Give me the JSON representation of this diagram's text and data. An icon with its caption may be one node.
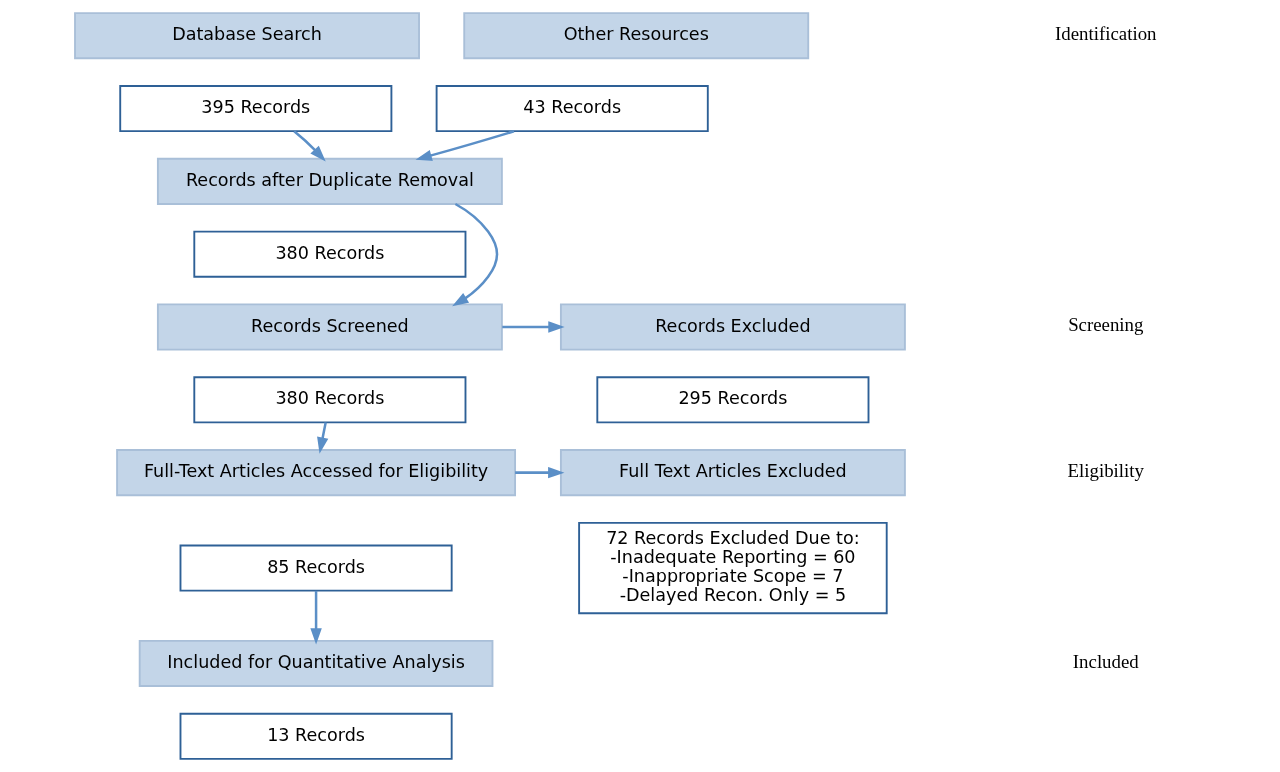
{
  "diagram": {
    "nodes": [
      {
        "text": [
          "Database Search"
        ]
      },
      {
        "text": [
          "395 Records"
        ]
      },
      {
        "text": [
          "Other Resources"
        ]
      },
      {
        "text": [
          "43 Records"
        ]
      },
      {
        "text": [
          "Records after Duplicate Removal"
        ]
      },
      {
        "text": [
          "380 Records"
        ]
      },
      {
        "text": [
          "Records Screened"
        ]
      },
      {
        "text": [
          "380 Records"
        ]
      },
      {
        "text": [
          "Records Excluded"
        ]
      },
      {
        "text": [
          "295 Records"
        ]
      },
      {
        "text": [
          "Full-Text Articles Accessed for Eligibility"
        ]
      },
      {
        "text": [
          "85 Records"
        ]
      },
      {
        "text": [
          "Full Text Articles Excluded"
        ]
      },
      {
        "text": [
          "72 Records Excluded Due to:",
          "-Inadequate Reporting = 60",
          "-Inappropriate Scope = 7",
          "-Delayed Recon. Only = 5"
        ]
      },
      {
        "text": [
          "Included for Quantitative Analysis"
        ]
      },
      {
        "text": [
          "13 Records"
        ]
      }
    ],
    "edges": [
      {
        "from": 1,
        "to": 4,
        "arrow": "to"
      },
      {
        "from": 3,
        "to": 4,
        "arrow": "to"
      },
      {
        "from": 4,
        "to": 6,
        "arrow": "to"
      },
      {
        "from": 6,
        "to": 8,
        "arrow": "to"
      },
      {
        "from": 7,
        "to": 10,
        "arrow": "to"
      },
      {
        "from": 10,
        "to": 12,
        "arrow": "to"
      },
      {
        "from": 11,
        "to": 14,
        "arrow": "to"
      }
    ],
    "labels": [
      "Identification",
      "Screening",
      "Eligibility",
      "Included"
    ]
  }
}
